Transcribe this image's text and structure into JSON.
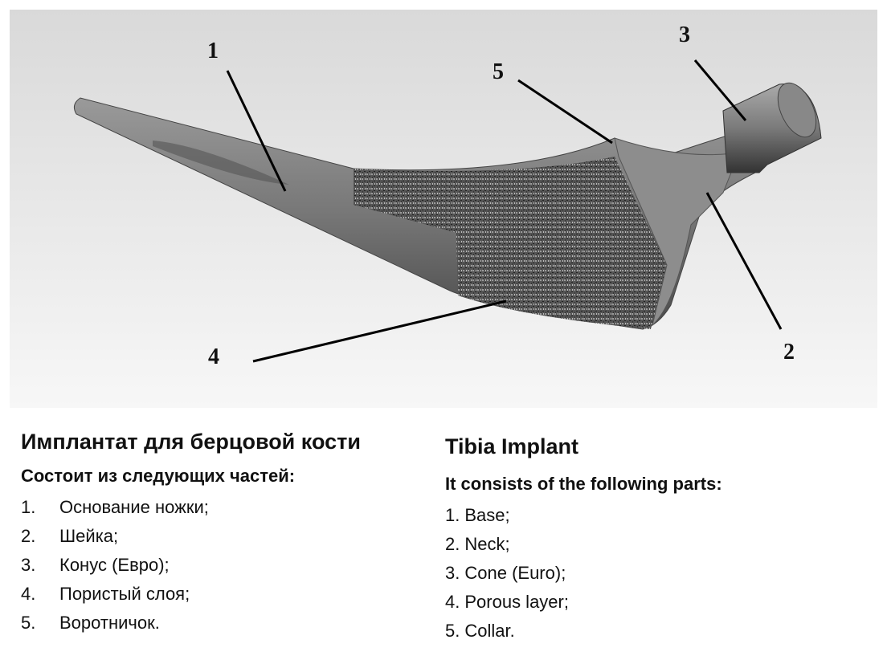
{
  "figure": {
    "callouts": [
      "1",
      "2",
      "3",
      "4",
      "5"
    ]
  },
  "ru": {
    "title": "Имплантат для берцовой кости",
    "subtitle": "Состоит из следующих частей:",
    "items": [
      {
        "num": "1.",
        "text": "Основание ножки;"
      },
      {
        "num": "2.",
        "text": "Шейка;"
      },
      {
        "num": "3.",
        "text": "Конус (Евро);"
      },
      {
        "num": "4.",
        "text": "Пористый слоя;"
      },
      {
        "num": "5.",
        "text": "Воротничок."
      }
    ]
  },
  "en": {
    "title": "Tibia Implant",
    "subtitle": "It consists of the following parts:",
    "items": [
      {
        "num": "1.",
        "text": "Base;"
      },
      {
        "num": "2.",
        "text": "Neck;"
      },
      {
        "num": "3.",
        "text": "Cone (Euro);"
      },
      {
        "num": "4.",
        "text": "Porous layer;"
      },
      {
        "num": "5.",
        "text": "Collar."
      }
    ]
  }
}
